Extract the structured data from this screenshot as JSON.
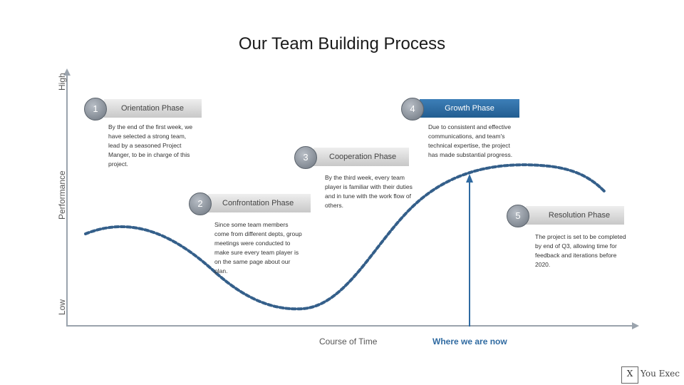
{
  "title": "Our Team Building Process",
  "axis": {
    "y_high": "High",
    "y_mid": "Performance",
    "y_low": "Low"
  },
  "phases": [
    {
      "num": "1",
      "label": "Orientation Phase",
      "desc": [
        "By the end of the first week, we",
        "have selected a strong team,",
        "lead by a seasoned Project",
        "Manger, to be in charge of this",
        "project."
      ]
    },
    {
      "num": "2",
      "label": "Confrontation Phase",
      "desc": [
        "Since some team members",
        "come from different depts, group",
        "meetings were conducted to",
        "make sure every team player is",
        "on the same page about our",
        "plan."
      ]
    },
    {
      "num": "3",
      "label": "Cooperation Phase",
      "desc": [
        "By the third week, every team",
        "player is familiar with their duties",
        "and in tune with the work flow of",
        "others."
      ]
    },
    {
      "num": "4",
      "label": "Growth Phase",
      "desc": [
        "Due to consistent and effective",
        "communications, and team's",
        "technical expertise, the project",
        "has made substantial progress."
      ]
    },
    {
      "num": "5",
      "label": "Resolution Phase",
      "desc": [
        "The project is set to be completed",
        "by end of Q3, allowing time for",
        "feedback and iterations before",
        "2020."
      ]
    }
  ],
  "footer": {
    "x_label": "Course of Time",
    "marker_label": "Where we are now"
  },
  "logo": {
    "box": "X",
    "text": "You Exec"
  },
  "colors": {
    "curve": "#345f8a",
    "marker": "#2f6aa1",
    "growth_bar": "#2b6aa0"
  }
}
